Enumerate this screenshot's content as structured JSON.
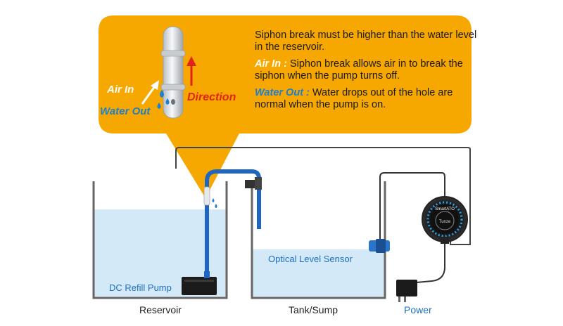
{
  "callout": {
    "line1": "Siphon break must be higher than the water level in the reservoir.",
    "air_in_key": "Air In :",
    "air_in_text": " Siphon break allows air in to break the  siphon when the pump turns off.",
    "water_out_key": "Water Out :",
    "water_out_text": " Water drops out of the hole are normal when the pump is on."
  },
  "diagram_labels": {
    "air_in": "Air In",
    "water_out": "Water Out",
    "direction": "Direction",
    "pump": "DC Refill Pump",
    "sensor": "Optical Level Sensor",
    "reservoir": "Reservoir",
    "tank": "Tank/Sump",
    "power": "Power",
    "controller_brand": "SmartATO",
    "controller_logo": "Tunze"
  },
  "colors": {
    "callout_bg": "#f6a800",
    "water": "#d4e9f7",
    "tube": "#1f66c1",
    "accent_blue": "#1e7fd0",
    "direction_red": "#e2231a",
    "text_blue": "#1e6fbf"
  }
}
